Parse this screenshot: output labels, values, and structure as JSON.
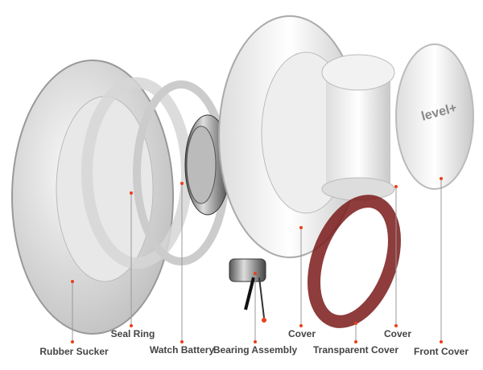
{
  "diagram": {
    "logo_text": "level+",
    "accent_color": "#e8401c",
    "labels": [
      {
        "id": "rubber-sucker",
        "text": "Rubber Sucker"
      },
      {
        "id": "seal-ring",
        "text": "Seal Ring"
      },
      {
        "id": "watch-battery",
        "text": "Watch Battery"
      },
      {
        "id": "bearing-assembly",
        "text": "Bearing Assembly"
      },
      {
        "id": "cover-inner",
        "text": "Cover"
      },
      {
        "id": "transparent-cover",
        "text": "Transparent Cover"
      },
      {
        "id": "cover-outer",
        "text": "Cover"
      },
      {
        "id": "front-cover",
        "text": "Front Cover"
      }
    ]
  }
}
